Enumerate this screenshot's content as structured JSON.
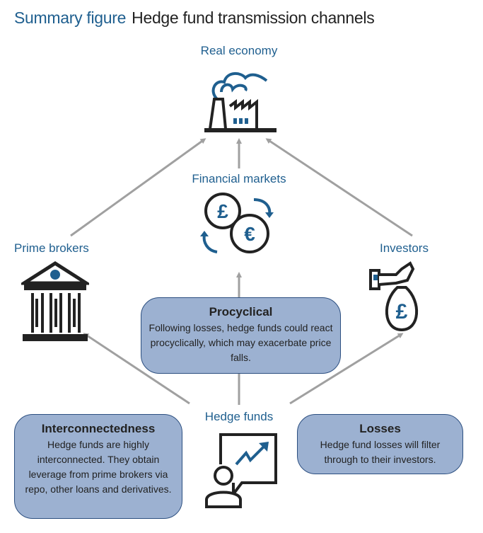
{
  "title": {
    "prefix": "Summary figure",
    "text": "Hedge fund transmission channels"
  },
  "nodes": {
    "real_economy": "Real economy",
    "financial_markets": "Financial markets",
    "prime_brokers": "Prime brokers",
    "investors": "Investors",
    "hedge_funds": "Hedge funds"
  },
  "boxes": {
    "procyclical": {
      "title": "Procyclical",
      "text": "Following losses, hedge funds could react procyclically, which may exacerbate price falls."
    },
    "interconnectedness": {
      "title": "Interconnectedness",
      "text": "Hedge funds are highly interconnected.  They obtain leverage from prime brokers via repo, other loans and derivatives."
    },
    "losses": {
      "title": "Losses",
      "text": "Hedge fund losses will filter through to their investors."
    }
  },
  "icons": {
    "pound": "£",
    "euro": "€"
  },
  "colors": {
    "accent": "#1f5f8f",
    "box_fill": "#9cb1d1",
    "box_border": "#2c4f80",
    "arrow": "#a0a0a0"
  }
}
